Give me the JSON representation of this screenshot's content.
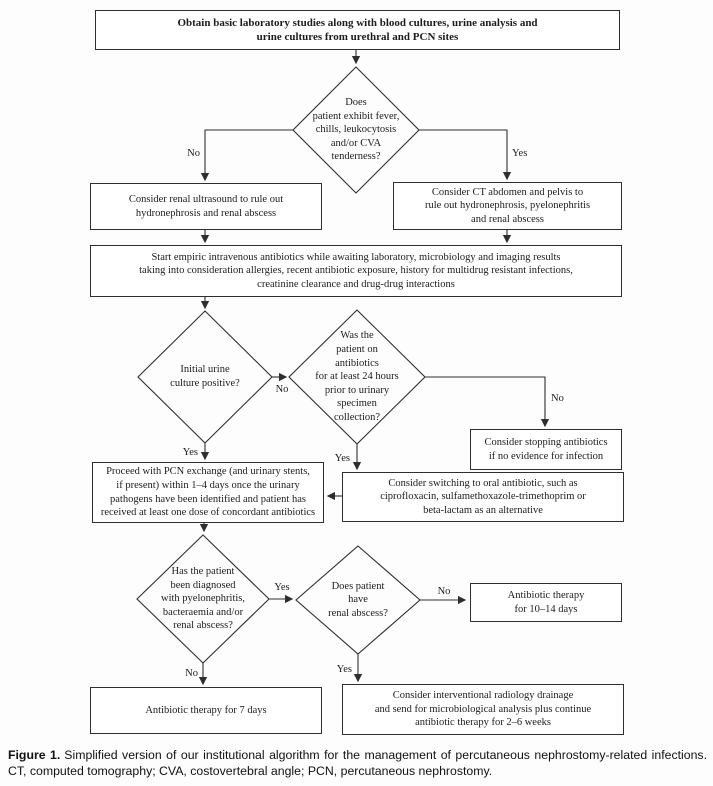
{
  "edge_labels": {
    "yes": "Yes",
    "no": "No"
  },
  "nodes": {
    "start": [
      "Obtain basic laboratory studies along with blood cultures, urine analysis and",
      "urine cultures from urethral and PCN sites"
    ],
    "fever_decision": [
      "Does",
      "patient exhibit fever,",
      "chills, leukocytosis",
      "and/or CVA",
      "tenderness?"
    ],
    "ultrasound": [
      "Consider renal ultrasound to rule out",
      "hydronephrosis and renal abscess"
    ],
    "ct_scan": [
      "Consider CT abdomen and pelvis to",
      "rule out hydronephrosis, pyelonephritis",
      "and renal abscess"
    ],
    "empiric": [
      "Start empiric intravenous antibiotics while awaiting laboratory, microbiology and imaging results",
      "taking into consideration allergies, recent antibiotic exposure, history for multidrug resistant infections,",
      "creatinine clearance and drug-drug interactions"
    ],
    "urine_culture": [
      "Initial urine",
      "culture positive?"
    ],
    "abx_24h": [
      "Was the",
      "patient on",
      "antibiotics",
      "for at least 24 hours",
      "prior to urinary",
      "specimen",
      "collection?"
    ],
    "stop_abx": [
      "Consider stopping antibiotics",
      "if no evidence for infection"
    ],
    "pcn_exchange": [
      "Proceed with PCN exchange (and urinary stents,",
      "if present) within 1–4 days once the urinary",
      "pathogens have been identified and patient has",
      "received at least one dose of concordant antibiotics"
    ],
    "oral_switch": [
      "Consider switching to oral antibiotic, such as",
      "ciprofloxacin, sulfamethoxazole-trimethoprim or",
      "beta-lactam as an alternative"
    ],
    "diagnosis": [
      "Has the patient",
      "been diagnosed",
      "with pyelonephritis,",
      "bacteraemia and/or",
      "renal abscess?"
    ],
    "renal_abscess": [
      "Does patient",
      "have",
      "renal abscess?"
    ],
    "abx_10_14": [
      "Antibiotic therapy",
      "for 10–14 days"
    ],
    "abx_7": "Antibiotic therapy for 7 days",
    "ir_drainage": [
      "Consider interventional radiology drainage",
      "and send for microbiological analysis plus continue",
      "antibiotic therapy for 2–6 weeks"
    ]
  },
  "caption": {
    "label": "Figure 1.",
    "text": "Simplified version of our institutional algorithm for the management of percutaneous nephrostomy-related infections. CT, computed tomography; CVA, costovertebral angle; PCN, percutaneous nephrostomy."
  }
}
